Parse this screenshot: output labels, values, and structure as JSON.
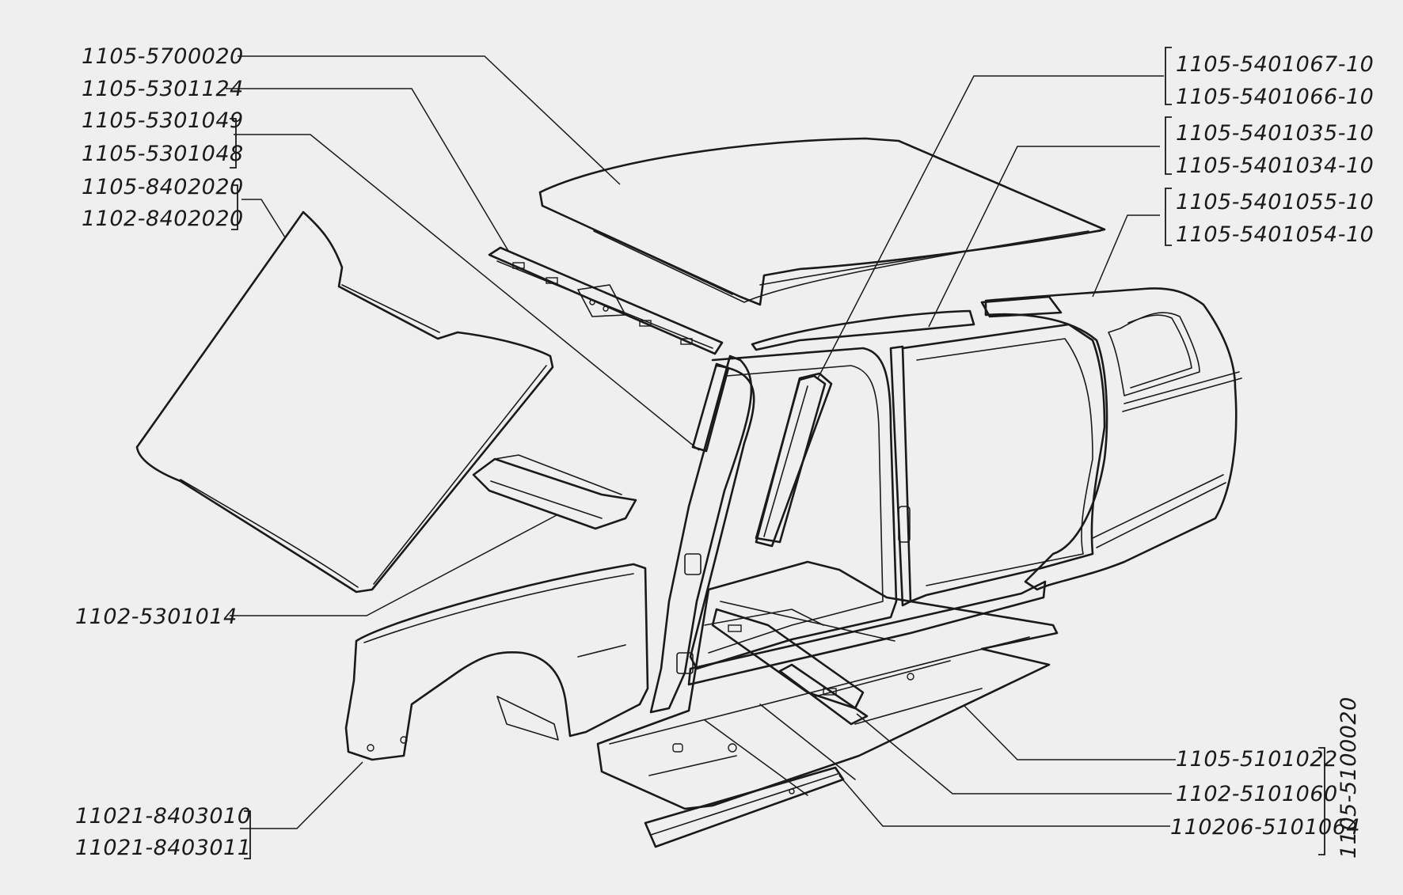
{
  "diagram": {
    "assembly_number": "1105-5100020",
    "labels": {
      "roof": "1105-5700020",
      "windshield_upper_rail": "1105-5301124",
      "windshield_pillar_right": "1105-5301049",
      "windshield_pillar_left": "1105-5301048",
      "hood_a": "1105-8402020",
      "hood_b": "1102-8402020",
      "cowl_panel": "1102-5301014",
      "front_fender_right": "11021-8403010",
      "front_fender_left": "11021-8403011",
      "b_pillar_reinforcement_right": "1105-5401067-10",
      "b_pillar_reinforcement_left": "1105-5401066-10",
      "roof_side_rail_right": "1105-5401035-10",
      "roof_side_rail_left": "1105-5401034-10",
      "body_side_right": "1105-5401055-10",
      "body_side_left": "1105-5401054-10",
      "floor_panel": "1105-5101022",
      "floor_cross_member": "1102-5101060",
      "sill_panel": "110206-5101064"
    }
  }
}
